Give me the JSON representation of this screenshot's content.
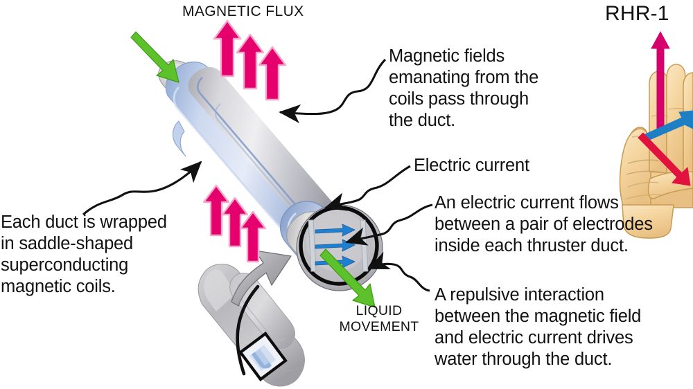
{
  "figure": {
    "kind": "magnetohydrodynamic-thruster-diagram",
    "background_color": "#ffffff"
  },
  "labels": {
    "magnetic_flux": "MAGNETIC FLUX",
    "rhr1": "RHR-1",
    "liquid_movement_line1": "LIQUID",
    "liquid_movement_line2": "MOVEMENT",
    "electric_current": "Electric current"
  },
  "callouts": {
    "magnetic_fields": {
      "lines": [
        "Magnetic fields",
        "emanating from the",
        "coils pass through",
        "the duct."
      ]
    },
    "each_duct": {
      "lines": [
        "Each duct is wrapped",
        "in saddle-shaped",
        "superconducting",
        "magnetic coils."
      ]
    },
    "electric_current_flows": {
      "lines": [
        "An electric current flows",
        "between a pair of electrodes",
        "inside each thruster duct."
      ]
    },
    "repulsive_interaction": {
      "lines": [
        "A repulsive interaction",
        "between the magnetic field",
        "and electric current drives",
        "water through the duct."
      ]
    }
  },
  "colors": {
    "magnetic_flux_arrow": "#e5006e",
    "liquid_flow_arrow": "#5cc12a",
    "electric_current_arrow": "#1f7fd0",
    "hand_skin": "#f6d7a3",
    "hand_outline": "#c89a52",
    "rhr_field_arrow": "#d5006b",
    "rhr_force_arrow": "#1f7fc5",
    "rhr_current_arrow": "#e2123f",
    "duct_coil_blue": "#b6c9e8",
    "duct_metal": "#c9c9cd",
    "hull_gray": "#b9b9bd",
    "leader_line": "#111111",
    "text": "#111111"
  },
  "arrow_groups": {
    "magnetic_flux_upper_count": 3,
    "magnetic_flux_lower_count": 3,
    "electric_current_arrows_count": 3
  },
  "rhr_hand": {
    "field_label_direction": "up",
    "force_label_direction": "right",
    "current_label_direction": "down-right"
  }
}
